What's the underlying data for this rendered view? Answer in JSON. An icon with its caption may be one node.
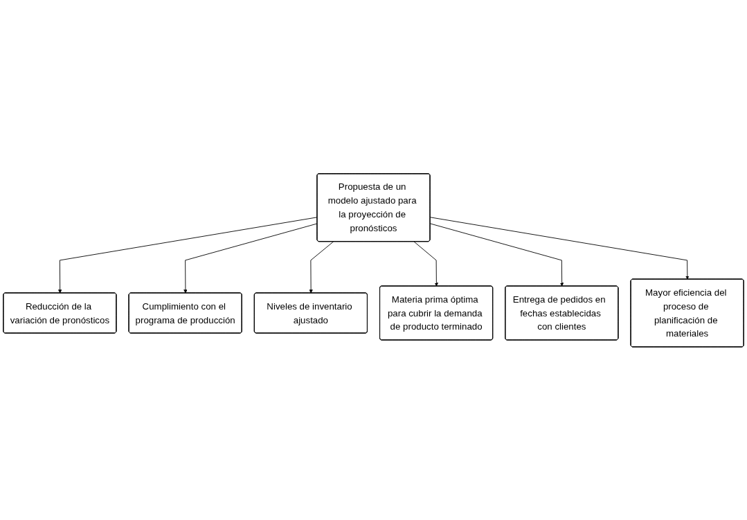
{
  "diagram": {
    "nodes": [
      {
        "text": [
          "Reducción de la variación de pronósticos"
        ]
      },
      {
        "text": [
          "Cumplimiento con el programa de producción"
        ]
      },
      {
        "text": [
          "Niveles de inventario ajustado"
        ]
      },
      {
        "text": [
          "Propuesta de un modelo ajustado para la proyección de pronósticos"
        ]
      },
      {
        "text": [
          "Materia prima óptima para cubrir la demanda de producto terminado"
        ]
      },
      {
        "text": [
          "Entrega de pedidos en  fechas establecidas con clientes"
        ]
      },
      {
        "text": [
          "Mayor eficiencia del proceso de planificación de materiales"
        ]
      }
    ],
    "edges": [
      {
        "from": 3,
        "to": 0,
        "arrow": "to"
      },
      {
        "from": 3,
        "to": 1,
        "arrow": "to"
      },
      {
        "from": 3,
        "to": 2,
        "arrow": "to"
      },
      {
        "from": 3,
        "to": 4,
        "arrow": "to"
      },
      {
        "from": 3,
        "to": 5,
        "arrow": "to"
      },
      {
        "from": 3,
        "to": 6,
        "arrow": "to"
      }
    ]
  }
}
